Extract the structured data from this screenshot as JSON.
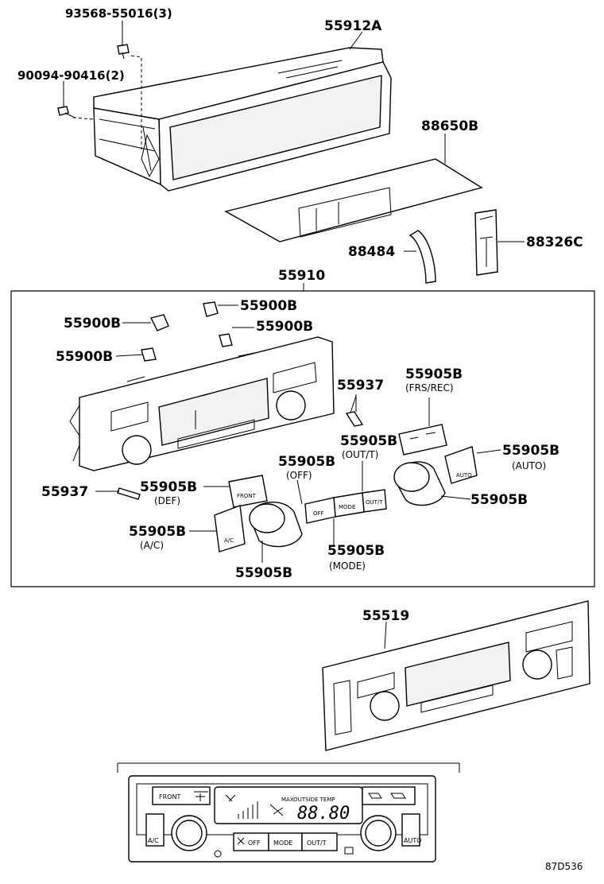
{
  "callouts": {
    "screw_93568": "93568-55016(3)",
    "screw_90094": "90094-90416(2)",
    "box_55912A": "55912A",
    "lid_88650B": "88650B",
    "pad_88484": "88484",
    "clip_88326C": "88326C",
    "assembly_55910": "55910",
    "bulb_a": "55900B",
    "bulb_b": "55900B",
    "bulb_c": "55900B",
    "bulb_d": "55900B",
    "screw_55937_a": "55937",
    "screw_55937_b": "55937",
    "knob_frs_rec": "55905B",
    "knob_frs_rec_note": "(FRS/REC)",
    "knob_out_t": "55905B",
    "knob_out_t_note": "(OUT/T)",
    "knob_auto": "55905B",
    "knob_auto_note": "(AUTO)",
    "knob_off": "55905B",
    "knob_off_note": "(OFF)",
    "knob_def": "55905B",
    "knob_def_note": "(DEF)",
    "knob_right_dial": "55905B",
    "knob_ac": "55905B",
    "knob_ac_note": "(A/C)",
    "knob_mode": "55905B",
    "knob_mode_note": "(MODE)",
    "knob_left_dial": "55905B",
    "bezel_55519": "55519"
  },
  "part_text": {
    "def_button": "FRONT",
    "off_button": "OFF",
    "mode_button": "MODE",
    "out_button": "OUT/T",
    "ac_button": "A/C",
    "auto_button": "AUTO"
  },
  "panel": {
    "front_label": "FRONT",
    "lcd_top_text": "MAXOUTSIDE TEMP",
    "lcd_temp": "88.80",
    "off_label": "OFF",
    "mode_label": "MODE",
    "out_label": "OUT/T",
    "ac_label": "A/C",
    "auto_label": "AUTO"
  },
  "figure_code": "87D536"
}
